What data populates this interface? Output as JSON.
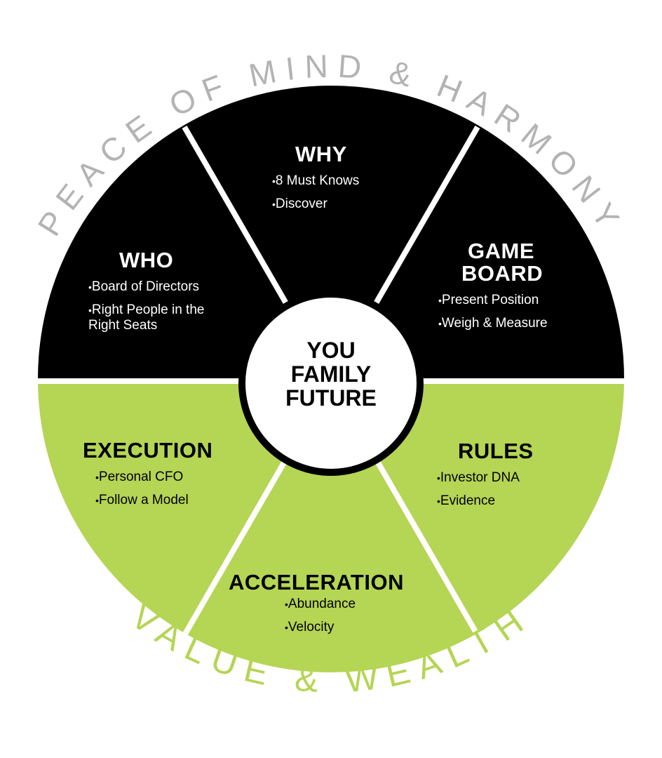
{
  "outer_top_text": "PEACE OF MIND & HARMONY",
  "outer_bottom_text": "VALUE & WEALTH",
  "center": [
    "YOU",
    "FAMILY",
    "FUTURE"
  ],
  "segments": {
    "who": {
      "title": "WHO",
      "items": [
        "Board of Directors",
        "Right People in the Right Seats"
      ]
    },
    "why": {
      "title": "WHY",
      "items": [
        "8 Must Knows",
        "Discover"
      ]
    },
    "game_board": {
      "title_line1": "GAME",
      "title_line2": "BOARD",
      "items": [
        "Present Position",
        "Weigh & Measure"
      ]
    },
    "execution": {
      "title": "EXECUTION",
      "items": [
        "Personal CFO",
        "Follow a Model"
      ]
    },
    "acceleration": {
      "title": "ACCELERATION",
      "items": [
        "Abundance",
        "Velocity"
      ]
    },
    "rules": {
      "title": "RULES",
      "items": [
        "Investor DNA",
        "Evidence"
      ]
    }
  },
  "colors": {
    "dark": "#000000",
    "green": "#b5d554",
    "gray_text": "#b3b3b3"
  }
}
